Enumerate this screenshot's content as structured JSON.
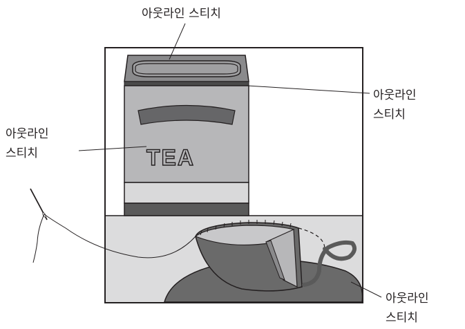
{
  "labels": {
    "top": "아웃라인 스티치",
    "right_upper": [
      "아웃라인",
      "스티치"
    ],
    "left": [
      "아웃라인",
      "스티치"
    ],
    "right_lower": [
      "아웃라인",
      "스티치"
    ]
  },
  "tin_text": "TEA",
  "colors": {
    "stroke": "#231f20",
    "tin_dark": "#5a5a5a",
    "tin_mid": "#b7b7b9",
    "tin_light": "#d9d9da",
    "table": "#dcdcdd",
    "cup_dark": "#6a6a6a",
    "cup_inner": "#c8c8ca"
  }
}
